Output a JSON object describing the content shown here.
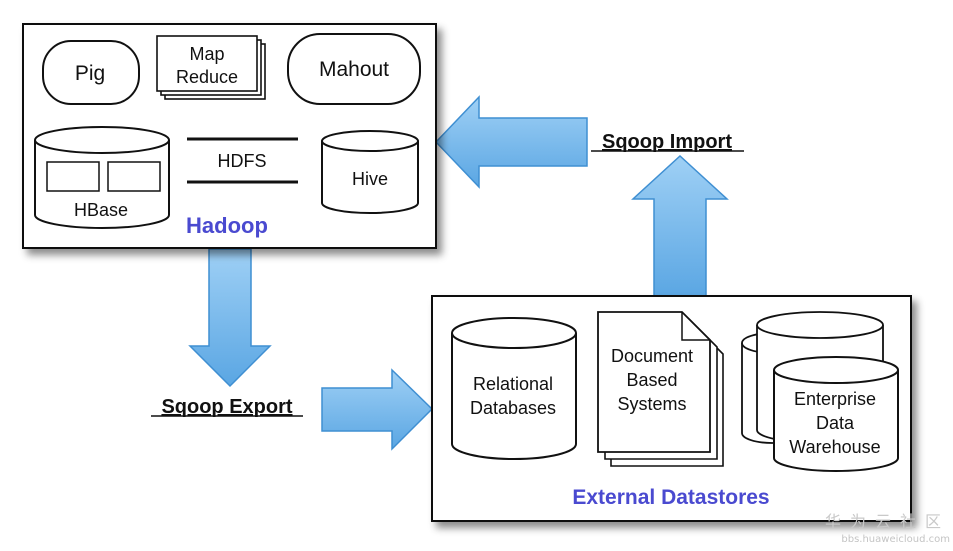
{
  "hadoop": {
    "title": "Hadoop",
    "pig": "Pig",
    "map_reduce": [
      "Map",
      "Reduce"
    ],
    "mahout": "Mahout",
    "hbase": "HBase",
    "hdfs": "HDFS",
    "hive": "Hive"
  },
  "external": {
    "title": "External Datastores",
    "relational": [
      "Relational",
      "Databases"
    ],
    "document": [
      "Document",
      "Based",
      "Systems"
    ],
    "warehouse": [
      "Enterprise",
      "Data",
      "Warehouse"
    ]
  },
  "arrows": {
    "import_label": "Sqoop Import",
    "export_label": "Sqoop Export"
  },
  "watermark": {
    "main": "华为云社区",
    "sub": "bbs.huaweicloud.com"
  },
  "colors": {
    "arrow_fill": "#6cb4ea",
    "arrow_stroke": "#3f8fd2",
    "title_text": "#4a4ad0",
    "border": "#111111"
  }
}
